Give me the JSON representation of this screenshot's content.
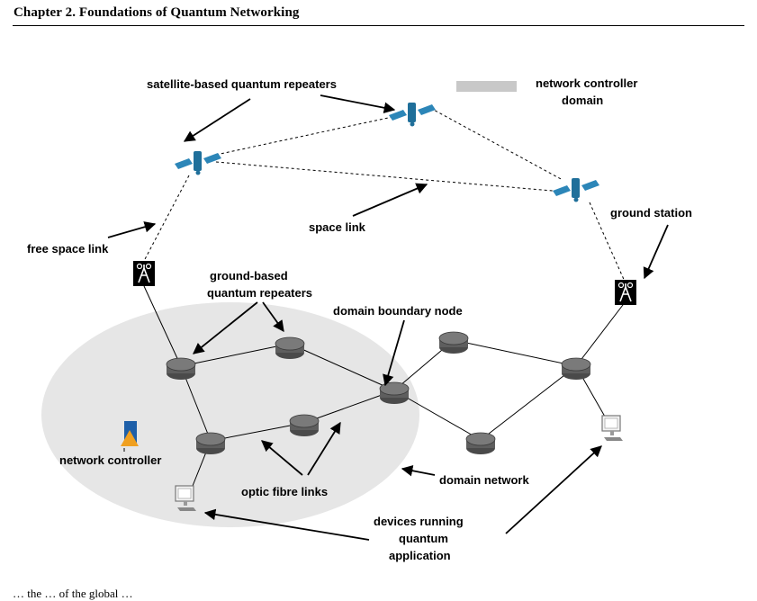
{
  "header": {
    "chapter_title": "Chapter 2.  Foundations of Quantum Networking"
  },
  "diagram": {
    "labels": {
      "satellite_repeaters": "satellite-based quantum repeaters",
      "network_controller_domain_1": "network controller",
      "network_controller_domain_2": "domain",
      "space_link": "space link",
      "free_space_link": "free space link",
      "ground_station": "ground station",
      "ground_repeaters_1": "ground-based",
      "ground_repeaters_2": "quantum repeaters",
      "domain_boundary_node": "domain boundary node",
      "network_controller": "network controller",
      "optic_fibre_links": "optic fibre links",
      "domain_network": "domain network",
      "devices_1": "devices running",
      "devices_2": "quantum",
      "devices_3": "application"
    },
    "colors": {
      "domain_fill": "#e6e6e6",
      "legend_box": "#c8c8c8",
      "router": "#6b6b6b",
      "satellite": "#1f6f9a"
    }
  },
  "caption": "… the … of the global …"
}
